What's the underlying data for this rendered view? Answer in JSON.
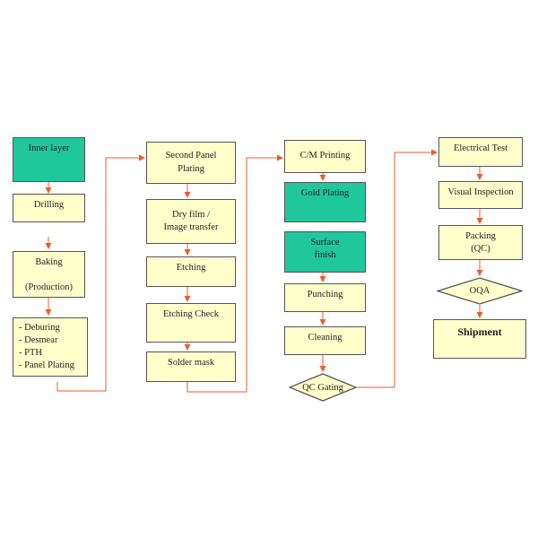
{
  "colors": {
    "box_fill": "#ffffcc",
    "teal_fill": "#1fc79a",
    "border": "#555555",
    "arrow": "#f05a28"
  },
  "columns": [
    {
      "steps": [
        {
          "label": "Inner layer",
          "fill": "teal"
        },
        {
          "label": "Drilling"
        },
        {
          "label": "Baking\n\n(Production)"
        },
        {
          "label": "list",
          "items": [
            "- Deburing",
            "- Desmear",
            "- PTH",
            "- Panel Plating"
          ]
        }
      ]
    },
    {
      "steps": [
        {
          "label": "Second Panel\nPlating"
        },
        {
          "label": "Dry film /\nImage transfer"
        },
        {
          "label": "Etching"
        },
        {
          "label": "Etching Check"
        },
        {
          "label": "Solder mask"
        }
      ]
    },
    {
      "steps": [
        {
          "label": "C/M Printing"
        },
        {
          "label": "Gold Plating",
          "fill": "teal"
        },
        {
          "label": "Surface\nfinish",
          "fill": "teal"
        },
        {
          "label": "Punching"
        },
        {
          "label": "Cleaning"
        },
        {
          "label": "QC Gating",
          "shape": "diamond"
        }
      ]
    },
    {
      "steps": [
        {
          "label": "Electrical Test"
        },
        {
          "label": "Visual Inspection"
        },
        {
          "label": "Packing\n(QC)"
        },
        {
          "label": "OQA",
          "shape": "diamond"
        },
        {
          "label": "Shipment"
        }
      ]
    }
  ]
}
